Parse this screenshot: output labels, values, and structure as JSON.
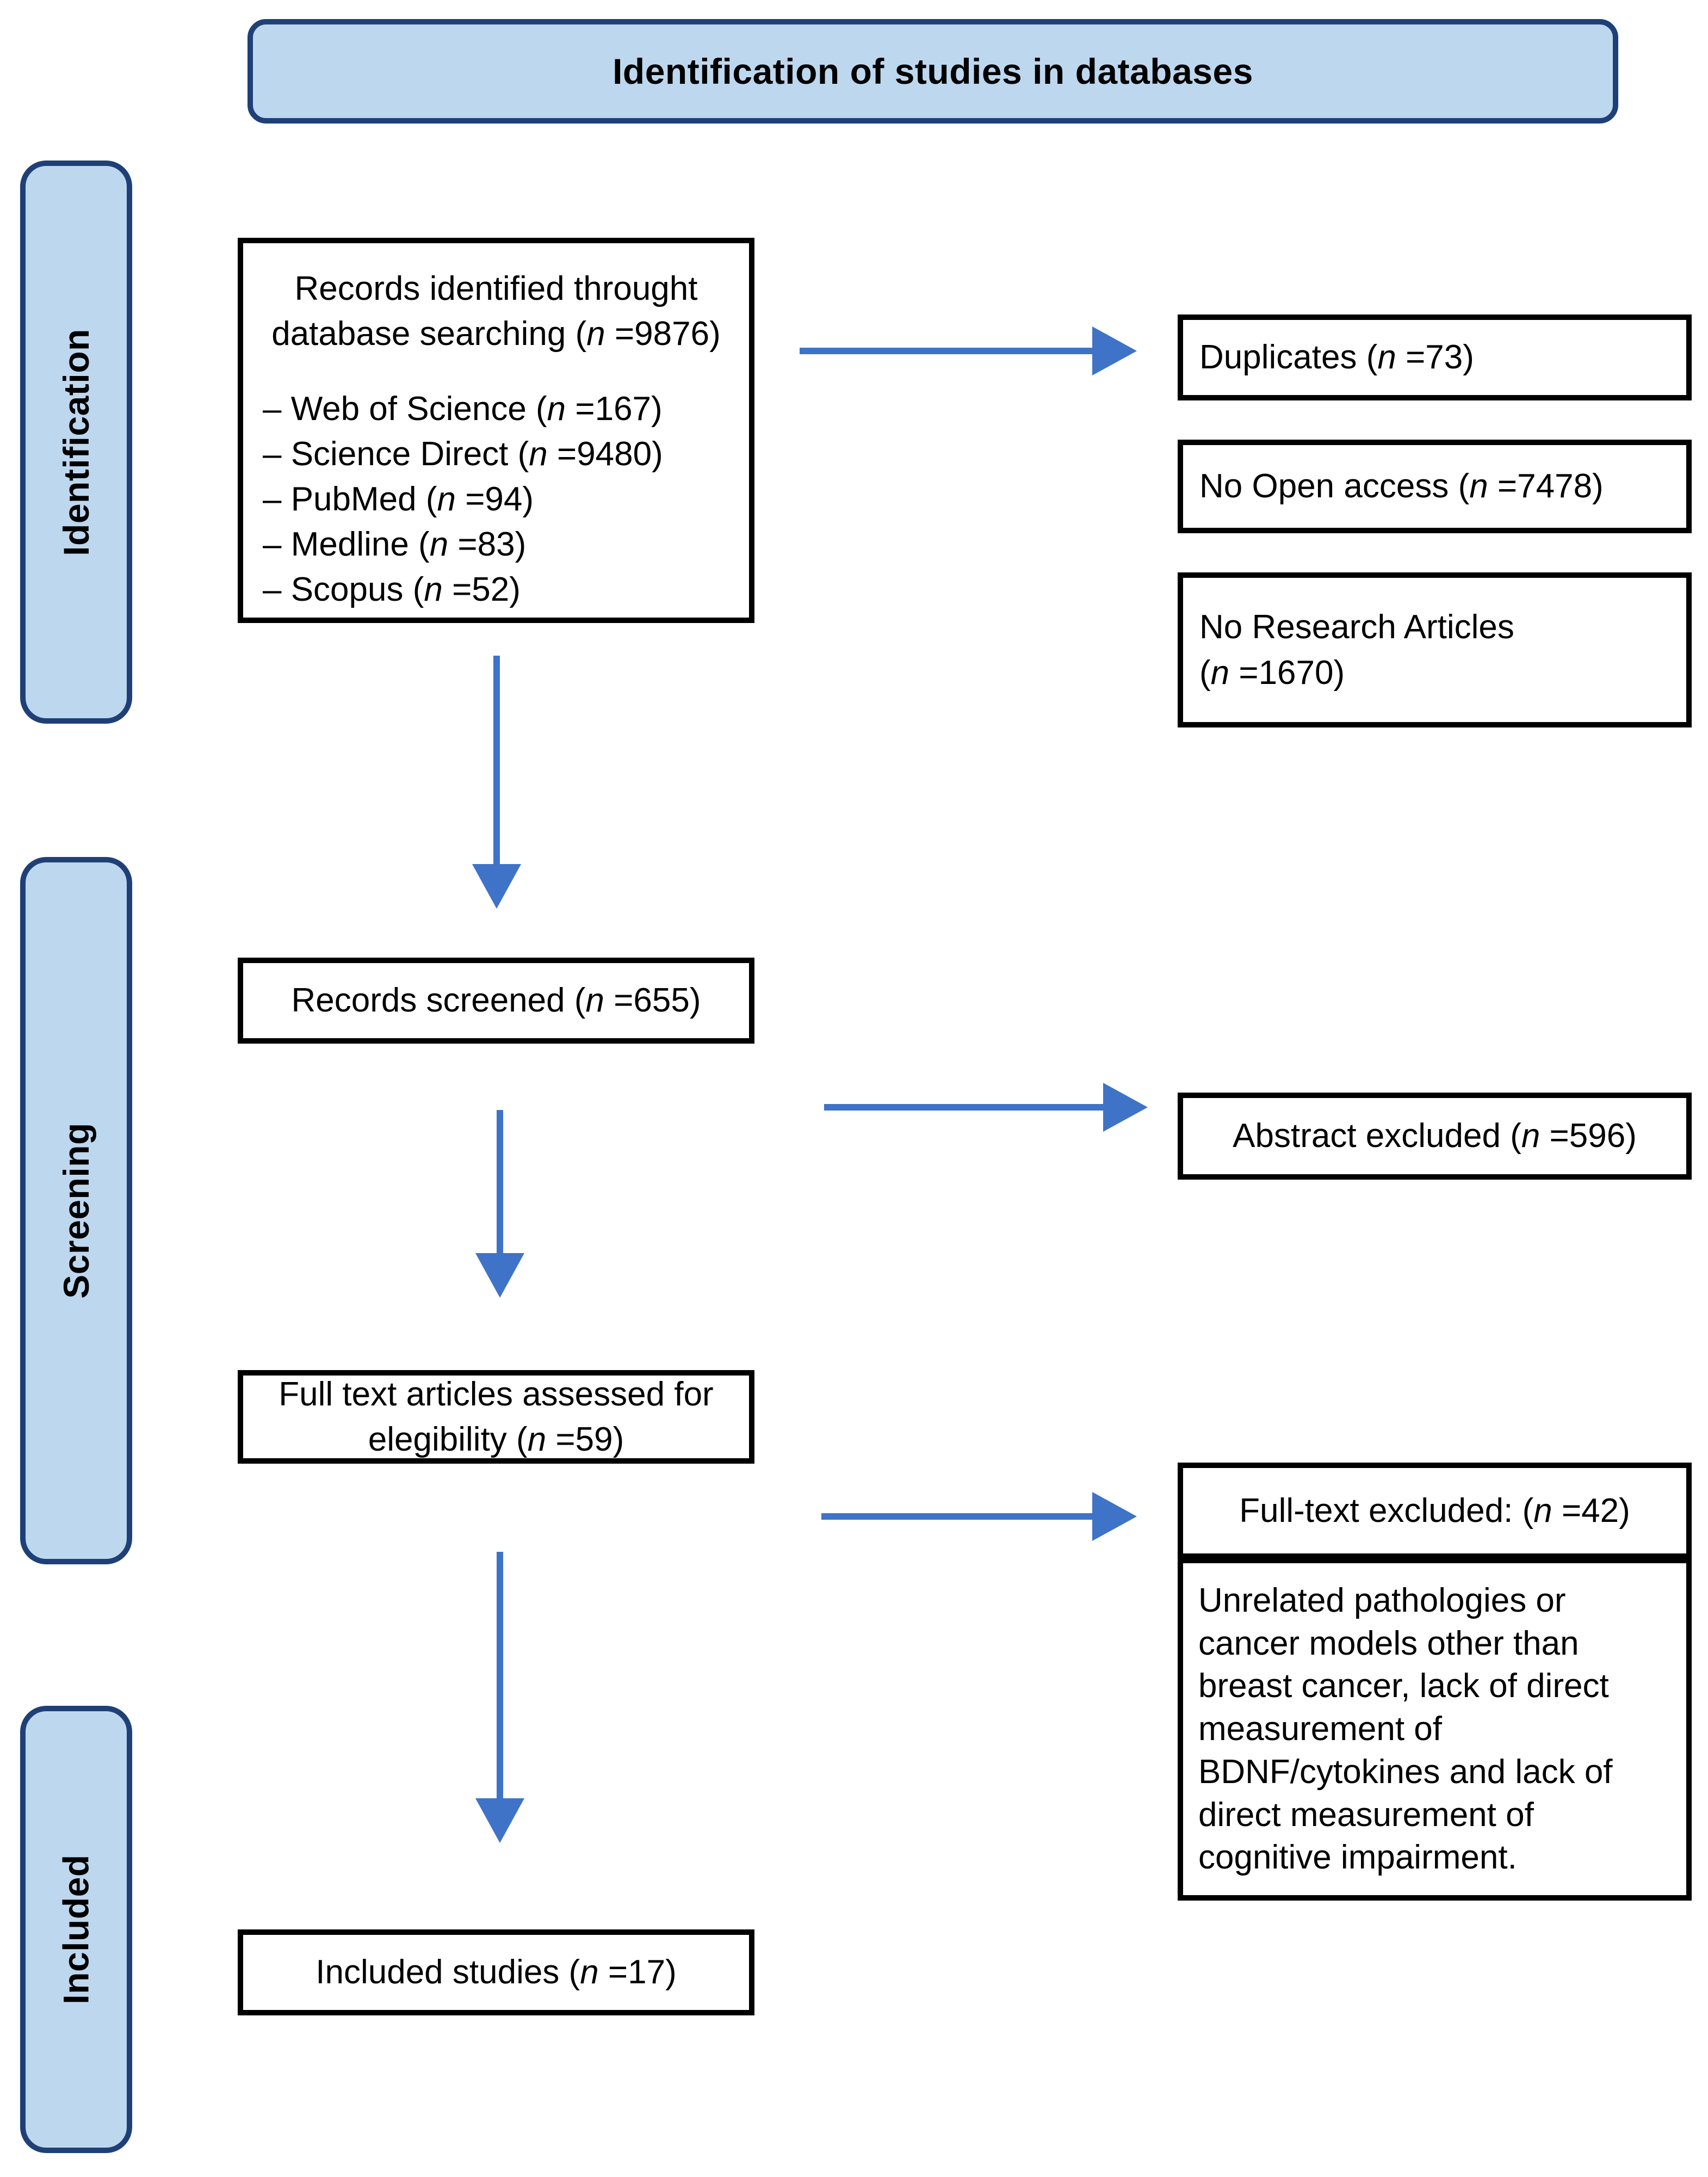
{
  "colors": {
    "band_fill": "#BDD7EE",
    "band_border": "#1F4077",
    "arrow": "#3E73C8",
    "box_border": "#000000",
    "text": "#000000"
  },
  "header": {
    "title": "Identification of studies in databases"
  },
  "sidebar": {
    "stages": [
      {
        "label": "Identification"
      },
      {
        "label": "Screening"
      },
      {
        "label": "Included"
      }
    ]
  },
  "boxes": {
    "records_identified": {
      "title_line1": "Records identified throught",
      "title_line2_pre": "database searching (",
      "n": "n",
      "title_line2_post": " =9876)",
      "sources": [
        {
          "pre": "– Web of Science (",
          "n": "n",
          "post": " =167)"
        },
        {
          "pre": "– Science Direct (",
          "n": "n",
          "post": " =9480)"
        },
        {
          "pre": "– PubMed (",
          "n": "n",
          "post": " =94)"
        },
        {
          "pre": "– Medline (",
          "n": "n",
          "post": " =83)"
        },
        {
          "pre": "– Scopus (",
          "n": "n",
          "post": " =52)"
        }
      ]
    },
    "duplicates": {
      "pre": "Duplicates (",
      "n": "n",
      "post": " =73)"
    },
    "no_open_access": {
      "pre": "No Open access (",
      "n": "n",
      "post": " =7478)"
    },
    "no_research_articles": {
      "line1": "No Research Articles",
      "line2_pre": "(",
      "n": "n",
      "line2_post": " =1670)"
    },
    "records_screened": {
      "pre": "Records screened (",
      "n": "n",
      "post": " =655)"
    },
    "abstract_excluded": {
      "pre": "Abstract excluded (",
      "n": "n",
      "post": " =596)"
    },
    "full_text_assessed": {
      "line1": "Full text articles assessed for",
      "line2_pre": "elegibility (",
      "n": "n",
      "line2_post": " =59)"
    },
    "full_text_excluded": {
      "header_pre": "Full-text excluded: (",
      "n": "n",
      "header_post": " =42)",
      "body_lines": [
        "Unrelated pathologies or",
        "cancer models other than",
        "breast cancer, lack of direct",
        "measurement of",
        "BDNF/cytokines and lack of",
        "direct measurement of",
        "cognitive impairment."
      ]
    },
    "included_studies": {
      "pre": "Included studies (",
      "n": "n",
      "post": " =17)"
    }
  }
}
